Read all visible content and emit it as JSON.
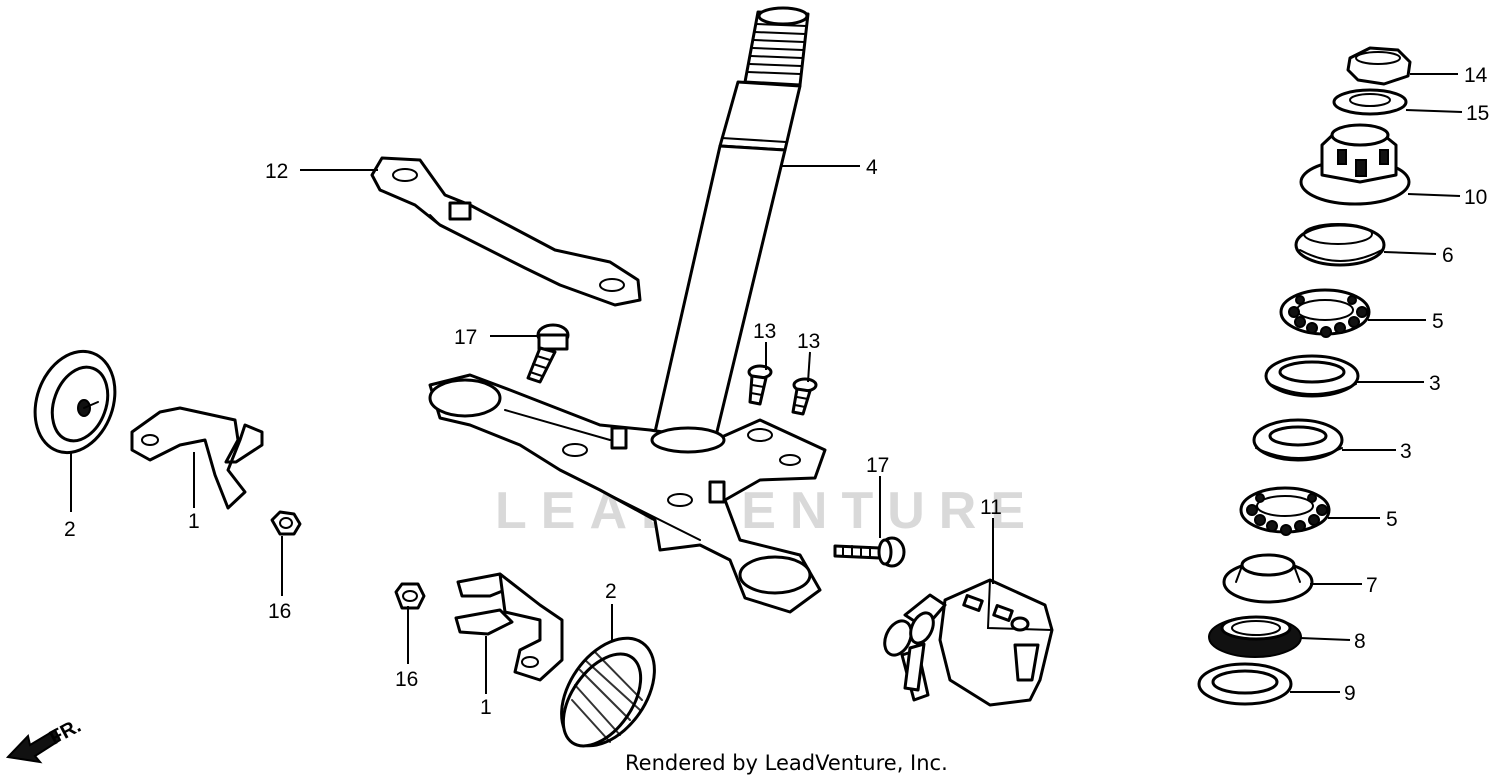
{
  "watermark": "LEADVENTURE",
  "credit": "Rendered by LeadVenture, Inc.",
  "direction_label": "FR.",
  "callouts": {
    "c12": "12",
    "c4": "4",
    "c17a": "17",
    "c13a": "13",
    "c13b": "13",
    "c2a": "2",
    "c1a": "1",
    "c16a": "16",
    "c16b": "16",
    "c1b": "1",
    "c2b": "2",
    "c17b": "17",
    "c11": "11",
    "c14": "14",
    "c15": "15",
    "c10": "10",
    "c6": "6",
    "c5a": "5",
    "c3a": "3",
    "c3b": "3",
    "c5b": "5",
    "c7": "7",
    "c8": "8",
    "c9": "9"
  }
}
